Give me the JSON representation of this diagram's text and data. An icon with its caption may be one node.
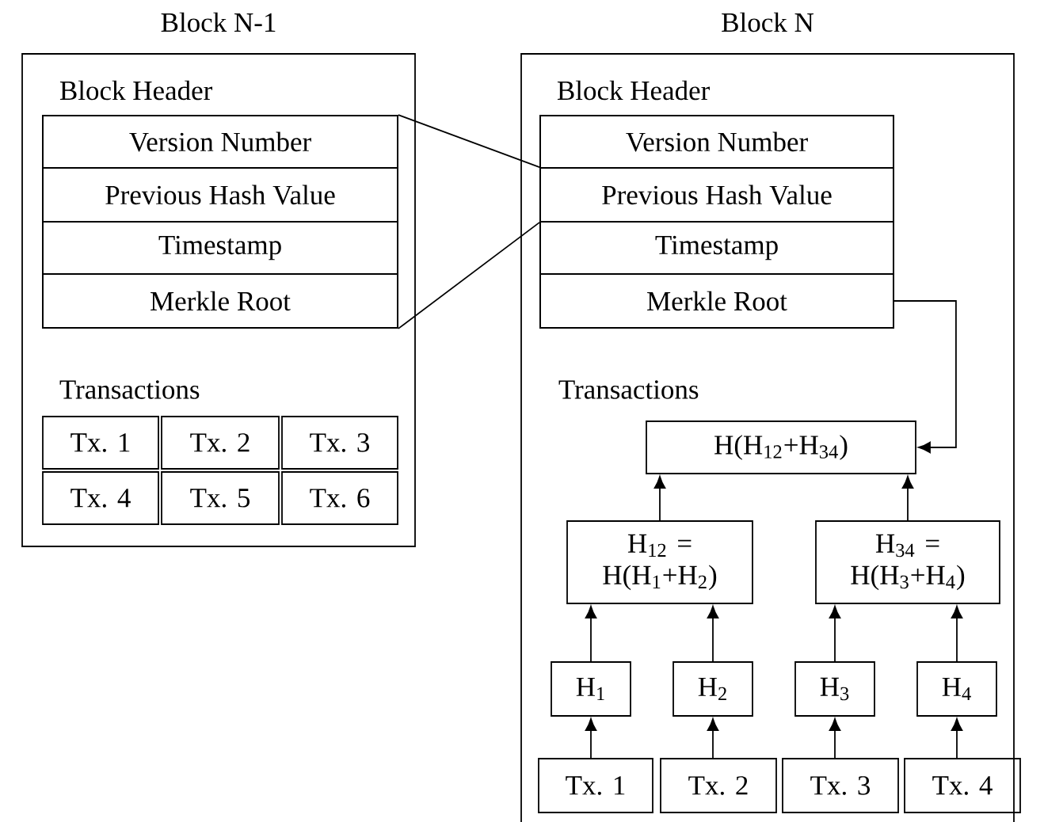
{
  "diagram": {
    "nodes": [
      {
        "text": [
          "Block N-1",
          "Transactions"
        ]
      },
      {
        "text": [
          "Block Header"
        ],
        "in": 0
      },
      {
        "text": [
          "Version Number"
        ],
        "in": 1
      },
      {
        "text": [
          "Previous Hash Value"
        ],
        "in": 1
      },
      {
        "text": [
          "Timestamp"
        ],
        "in": 1
      },
      {
        "text": [
          "Merkle Root"
        ],
        "in": 1
      },
      {
        "text": [
          "Tx. 1"
        ],
        "in": 0
      },
      {
        "text": [
          "Tx. 2"
        ],
        "in": 0
      },
      {
        "text": [
          "Tx. 3"
        ],
        "in": 0
      },
      {
        "text": [
          "Tx. 4"
        ],
        "in": 0
      },
      {
        "text": [
          "Tx. 5"
        ],
        "in": 0
      },
      {
        "text": [
          "Tx. 6"
        ],
        "in": 0
      },
      {
        "text": [
          "Block N",
          "Transactions"
        ]
      },
      {
        "text": [
          "Block Header"
        ],
        "in": 12
      },
      {
        "text": [
          "Version Number"
        ],
        "in": 13
      },
      {
        "text": [
          "Previous Hash Value"
        ],
        "in": 13
      },
      {
        "text": [
          "Timestamp"
        ],
        "in": 13
      },
      {
        "text": [
          "Merkle Root"
        ],
        "in": 13
      },
      {
        "text": [
          "H(H$_{12}$+H$_{34}$)"
        ],
        "in": 12
      },
      {
        "text": [
          "H$_{12}$ = H(H$_{1}$+H$_{2}$)"
        ],
        "in": 12
      },
      {
        "text": [
          "H$_{34}$ = H(H$_{3}$+H$_{4}$)"
        ],
        "in": 12
      },
      {
        "text": [
          "H$_{1}$"
        ],
        "in": 12
      },
      {
        "text": [
          "H$_{2}$"
        ],
        "in": 12
      },
      {
        "text": [
          "H$_{3}$"
        ],
        "in": 12
      },
      {
        "text": [
          "H$_{4}$"
        ],
        "in": 12
      },
      {
        "text": [
          "Tx. 1"
        ],
        "in": 12
      },
      {
        "text": [
          "Tx. 2"
        ],
        "in": 12
      },
      {
        "text": [
          "Tx. 3"
        ],
        "in": 12
      },
      {
        "text": [
          "Tx. 4"
        ],
        "in": 12
      }
    ],
    "edges": [
      {
        "from": 2,
        "to": 15,
        "arrow": "none"
      },
      {
        "from": 5,
        "to": 15,
        "arrow": "none"
      },
      {
        "from": 17,
        "to": 18,
        "arrow": "to"
      },
      {
        "from": 19,
        "to": 18,
        "arrow": "to"
      },
      {
        "from": 20,
        "to": 18,
        "arrow": "to"
      },
      {
        "from": 21,
        "to": 19,
        "arrow": "to"
      },
      {
        "from": 22,
        "to": 19,
        "arrow": "to"
      },
      {
        "from": 23,
        "to": 20,
        "arrow": "to"
      },
      {
        "from": 24,
        "to": 20,
        "arrow": "to"
      },
      {
        "from": 25,
        "to": 21,
        "arrow": "to"
      },
      {
        "from": 26,
        "to": 22,
        "arrow": "to"
      },
      {
        "from": 27,
        "to": 23,
        "arrow": "to"
      },
      {
        "from": 28,
        "to": 24,
        "arrow": "to"
      }
    ]
  }
}
